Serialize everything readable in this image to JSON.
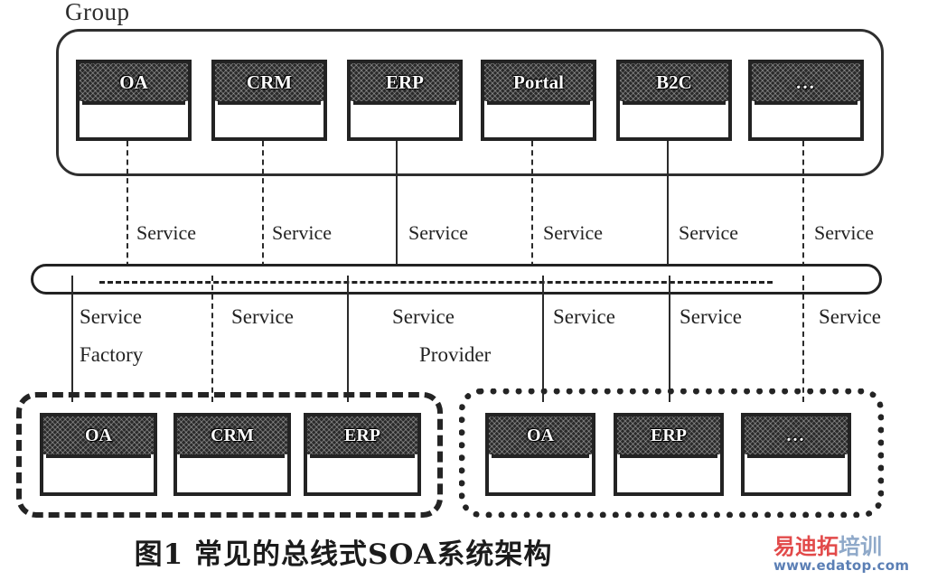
{
  "figure": {
    "caption": "图1  常见的总线式SOA系统架构",
    "group_label": "Group",
    "service_label": "Service",
    "service_factory": {
      "line1": "Service",
      "line2": "Factory"
    },
    "service_provider": {
      "line1": "Service",
      "line2": "Provider"
    }
  },
  "top_group": {
    "title": "Group",
    "modules": [
      {
        "name": "OA"
      },
      {
        "name": "CRM"
      },
      {
        "name": "ERP"
      },
      {
        "name": "Portal"
      },
      {
        "name": "B2C"
      },
      {
        "name": "..."
      }
    ]
  },
  "bus": {
    "label": ""
  },
  "upper_service_labels": [
    "Service",
    "Service",
    "Service",
    "Service",
    "Service",
    "Service"
  ],
  "lower_service_labels": [
    "Service",
    "Service",
    "Service",
    "Service",
    "Service",
    "Service"
  ],
  "service_factory_group": {
    "border_style": "dashed",
    "modules": [
      {
        "name": "OA"
      },
      {
        "name": "CRM"
      },
      {
        "name": "ERP"
      }
    ]
  },
  "service_provider_group": {
    "border_style": "dotted",
    "modules": [
      {
        "name": "OA"
      },
      {
        "name": "ERP"
      },
      {
        "name": "..."
      }
    ]
  },
  "watermark": {
    "cn_red": "易迪拓",
    "cn_blue": "培训",
    "url": "www.edatop.com"
  },
  "colors": {
    "ink": "#232323",
    "watermark_red": "#e24a4a",
    "watermark_blue": "#8fa9c9",
    "watermark_url": "#5b7fb5"
  }
}
